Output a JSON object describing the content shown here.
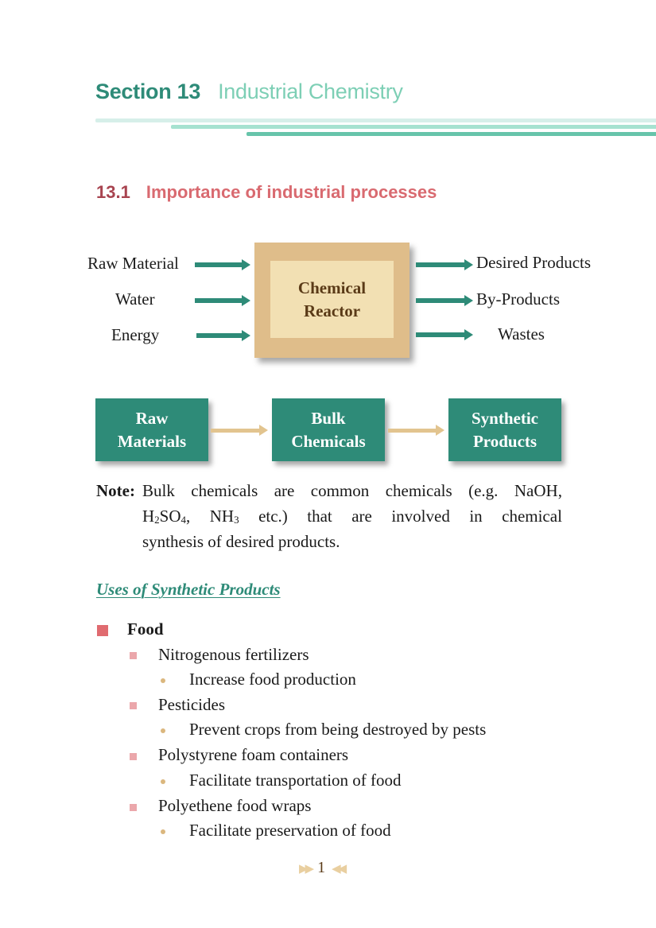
{
  "header": {
    "section_number": "Section 13",
    "section_name": "Industrial Chemistry"
  },
  "subsection": {
    "number": "13.1",
    "title": "Importance of industrial processes"
  },
  "reactor_diagram": {
    "inputs": [
      "Raw Material",
      "Water",
      "Energy"
    ],
    "reactor_label": [
      "Chemical",
      "Reactor"
    ],
    "outputs": [
      "Desired Products",
      "By-Products",
      "Wastes"
    ]
  },
  "flow_diagram": {
    "steps": [
      {
        "line1": "Raw",
        "line2": "Materials"
      },
      {
        "line1": "Bulk",
        "line2": "Chemicals"
      },
      {
        "line1": "Synthetic",
        "line2": "Products"
      }
    ]
  },
  "note": {
    "label": "Note:",
    "line1_words": [
      "Bulk",
      "chemicals",
      "are",
      "common",
      "chemicals",
      "(e.g.",
      "NaOH,"
    ],
    "line2": {
      "h2so4_parts": [
        "H",
        "2",
        "SO",
        "4",
        ","
      ],
      "nh3_parts": [
        "NH",
        "3"
      ],
      "words": [
        "etc.)",
        "that",
        "are",
        "involved",
        "in",
        "chemical"
      ]
    },
    "line3": "synthesis of desired products."
  },
  "uses": {
    "heading": "Uses of Synthetic Products",
    "category": "Food",
    "items": [
      {
        "product": "Nitrogenous fertilizers",
        "use": "Increase food production"
      },
      {
        "product": "Pesticides",
        "use": "Prevent crops from being destroyed by pests"
      },
      {
        "product": "Polystyrene foam containers",
        "use": "Facilitate transportation of food"
      },
      {
        "product": "Polyethene food wraps",
        "use": "Facilitate preservation of food"
      }
    ]
  },
  "footer": {
    "page_number": "1",
    "left_marker": "▶▶",
    "right_marker": "◀◀"
  },
  "colors": {
    "accent_green": "#2e8b78",
    "light_green": "#7dcfb5",
    "heading_red": "#d96a70",
    "reactor_tan": "#dfbd8a",
    "reactor_inner": "#f2e0b3"
  }
}
